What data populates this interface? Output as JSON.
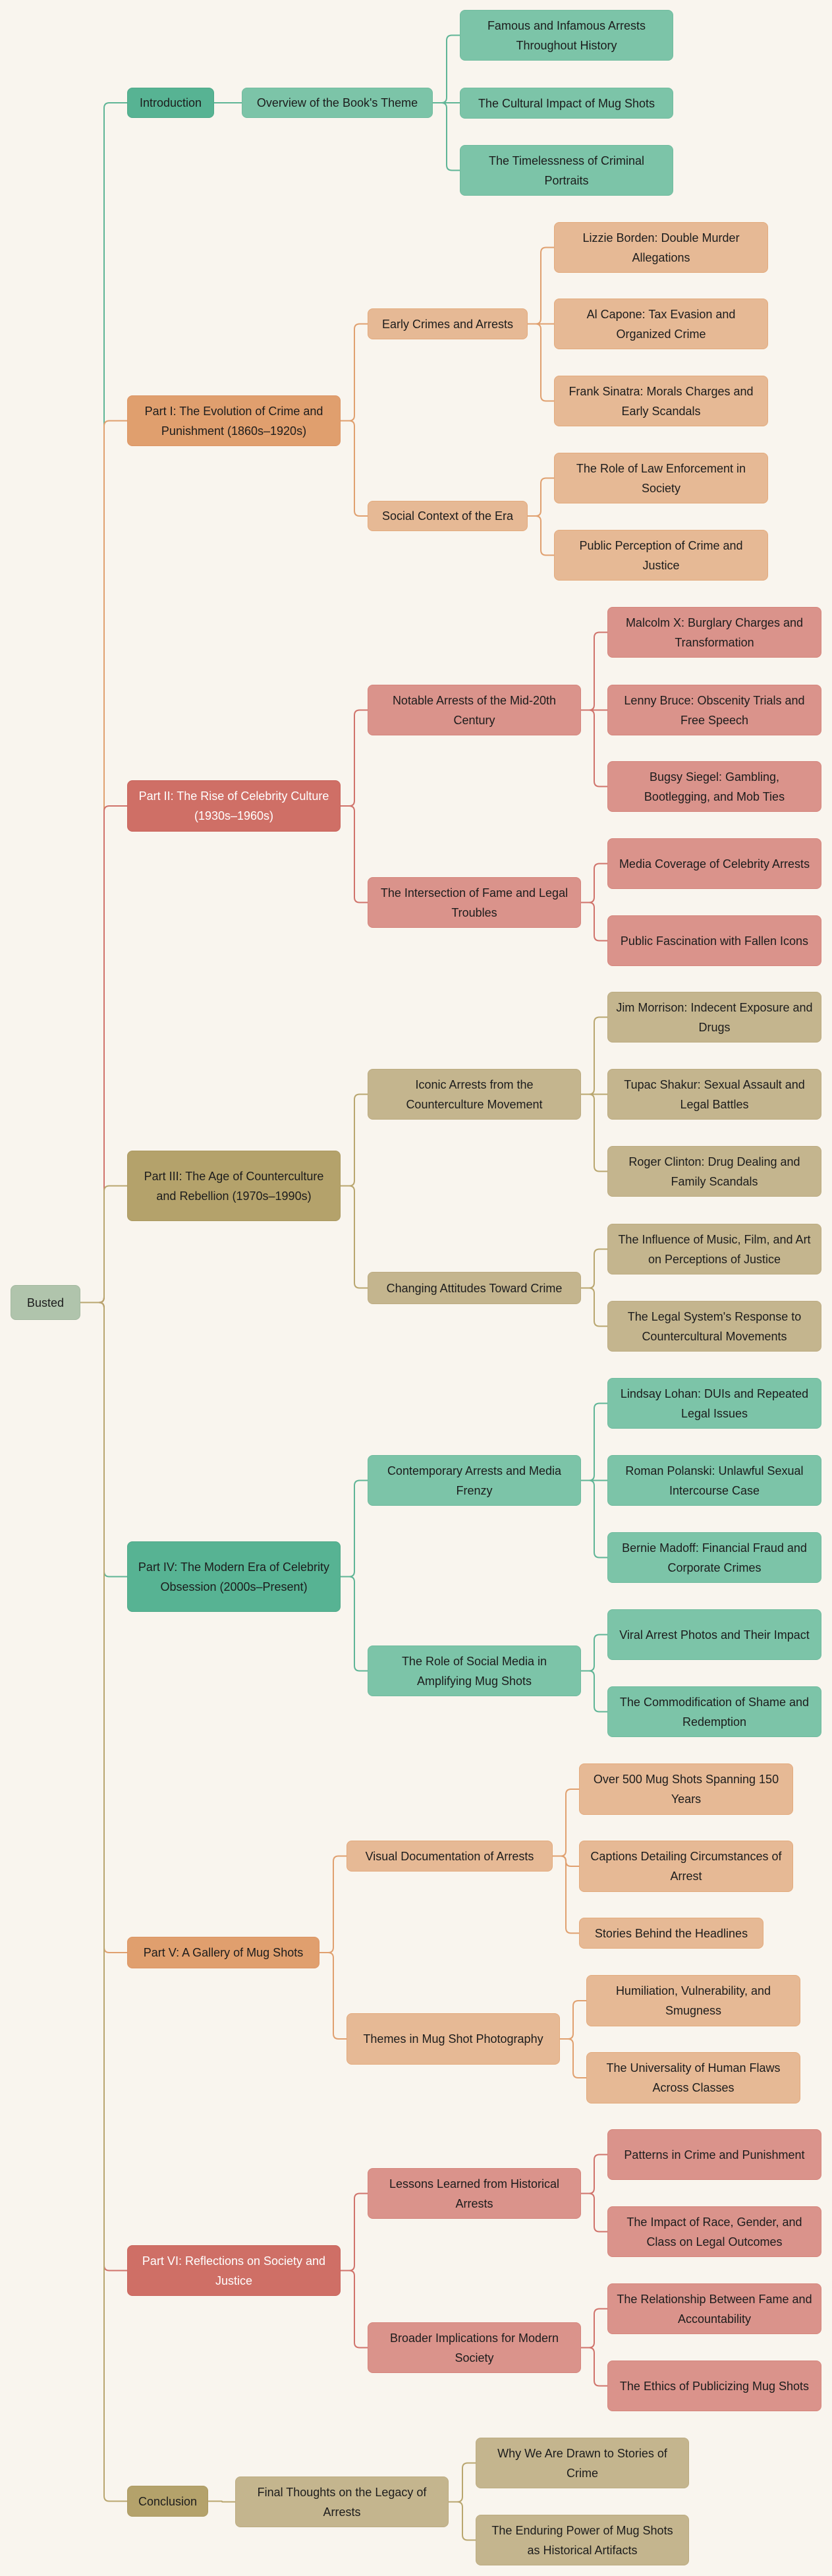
{
  "mindmap": {
    "root": "Busted",
    "colors": {
      "teal": "#57b393",
      "orange": "#e09f6e",
      "red": "#cf6f66",
      "olive": "#b4a26b",
      "root": "#b0c4ac",
      "background": "#f9f5ee"
    },
    "branches": [
      {
        "label": "Introduction",
        "theme": "teal",
        "children": [
          {
            "label": "Overview of the Book's Theme",
            "children": [
              "Famous and Infamous Arrests Throughout History",
              "The Cultural Impact of Mug Shots",
              "The Timelessness of Criminal Portraits"
            ]
          }
        ]
      },
      {
        "label": "Part I: The Evolution of Crime and Punishment (1860s–1920s)",
        "theme": "orange",
        "children": [
          {
            "label": "Early Crimes and Arrests",
            "children": [
              "Lizzie Borden: Double Murder Allegations",
              "Al Capone: Tax Evasion and Organized Crime",
              "Frank Sinatra: Morals Charges and Early Scandals"
            ]
          },
          {
            "label": "Social Context of the Era",
            "children": [
              "The Role of Law Enforcement in Society",
              "Public Perception of Crime and Justice"
            ]
          }
        ]
      },
      {
        "label": "Part II: The Rise of Celebrity Culture (1930s–1960s)",
        "theme": "red",
        "children": [
          {
            "label": "Notable Arrests of the Mid-20th Century",
            "children": [
              "Malcolm X: Burglary Charges and Transformation",
              "Lenny Bruce: Obscenity Trials and Free Speech",
              "Bugsy Siegel: Gambling, Bootlegging, and Mob Ties"
            ]
          },
          {
            "label": "The Intersection of Fame and Legal Troubles",
            "children": [
              "Media Coverage of Celebrity Arrests",
              "Public Fascination with Fallen Icons"
            ]
          }
        ]
      },
      {
        "label": "Part III: The Age of Counterculture and Rebellion (1970s–1990s)",
        "theme": "olive",
        "children": [
          {
            "label": "Iconic Arrests from the Counterculture Movement",
            "children": [
              "Jim Morrison: Indecent Exposure and Drugs",
              "Tupac Shakur: Sexual Assault and Legal Battles",
              "Roger Clinton: Drug Dealing and Family Scandals"
            ]
          },
          {
            "label": "Changing Attitudes Toward Crime",
            "children": [
              "The Influence of Music, Film, and Art on Perceptions of Justice",
              "The Legal System's Response to Countercultural Movements"
            ]
          }
        ]
      },
      {
        "label": "Part IV: The Modern Era of Celebrity Obsession (2000s–Present)",
        "theme": "teal",
        "children": [
          {
            "label": "Contemporary Arrests and Media Frenzy",
            "children": [
              "Lindsay Lohan: DUIs and Repeated Legal Issues",
              "Roman Polanski: Unlawful Sexual Intercourse Case",
              "Bernie Madoff: Financial Fraud and Corporate Crimes"
            ]
          },
          {
            "label": "The Role of Social Media in Amplifying Mug Shots",
            "children": [
              "Viral Arrest Photos and Their Impact",
              "The Commodification of Shame and Redemption"
            ]
          }
        ]
      },
      {
        "label": "Part V: A Gallery of Mug Shots",
        "theme": "orange",
        "children": [
          {
            "label": "Visual Documentation of Arrests",
            "children": [
              "Over 500 Mug Shots Spanning 150 Years",
              "Captions Detailing Circumstances of Arrest",
              "Stories Behind the Headlines"
            ]
          },
          {
            "label": "Themes in Mug Shot Photography",
            "children": [
              "Humiliation, Vulnerability, and Smugness",
              "The Universality of Human Flaws Across Classes"
            ]
          }
        ]
      },
      {
        "label": "Part VI: Reflections on Society and Justice",
        "theme": "red",
        "children": [
          {
            "label": "Lessons Learned from Historical Arrests",
            "children": [
              "Patterns in Crime and Punishment",
              "The Impact of Race, Gender, and Class on Legal Outcomes"
            ]
          },
          {
            "label": "Broader Implications for Modern Society",
            "children": [
              "The Relationship Between Fame and Accountability",
              "The Ethics of Publicizing Mug Shots"
            ]
          }
        ]
      },
      {
        "label": "Conclusion",
        "theme": "olive",
        "children": [
          {
            "label": "Final Thoughts on the Legacy of Arrests",
            "children": [
              "Why We Are Drawn to Stories of Crime",
              "The Enduring Power of Mug Shots as Historical Artifacts"
            ]
          }
        ]
      }
    ]
  }
}
